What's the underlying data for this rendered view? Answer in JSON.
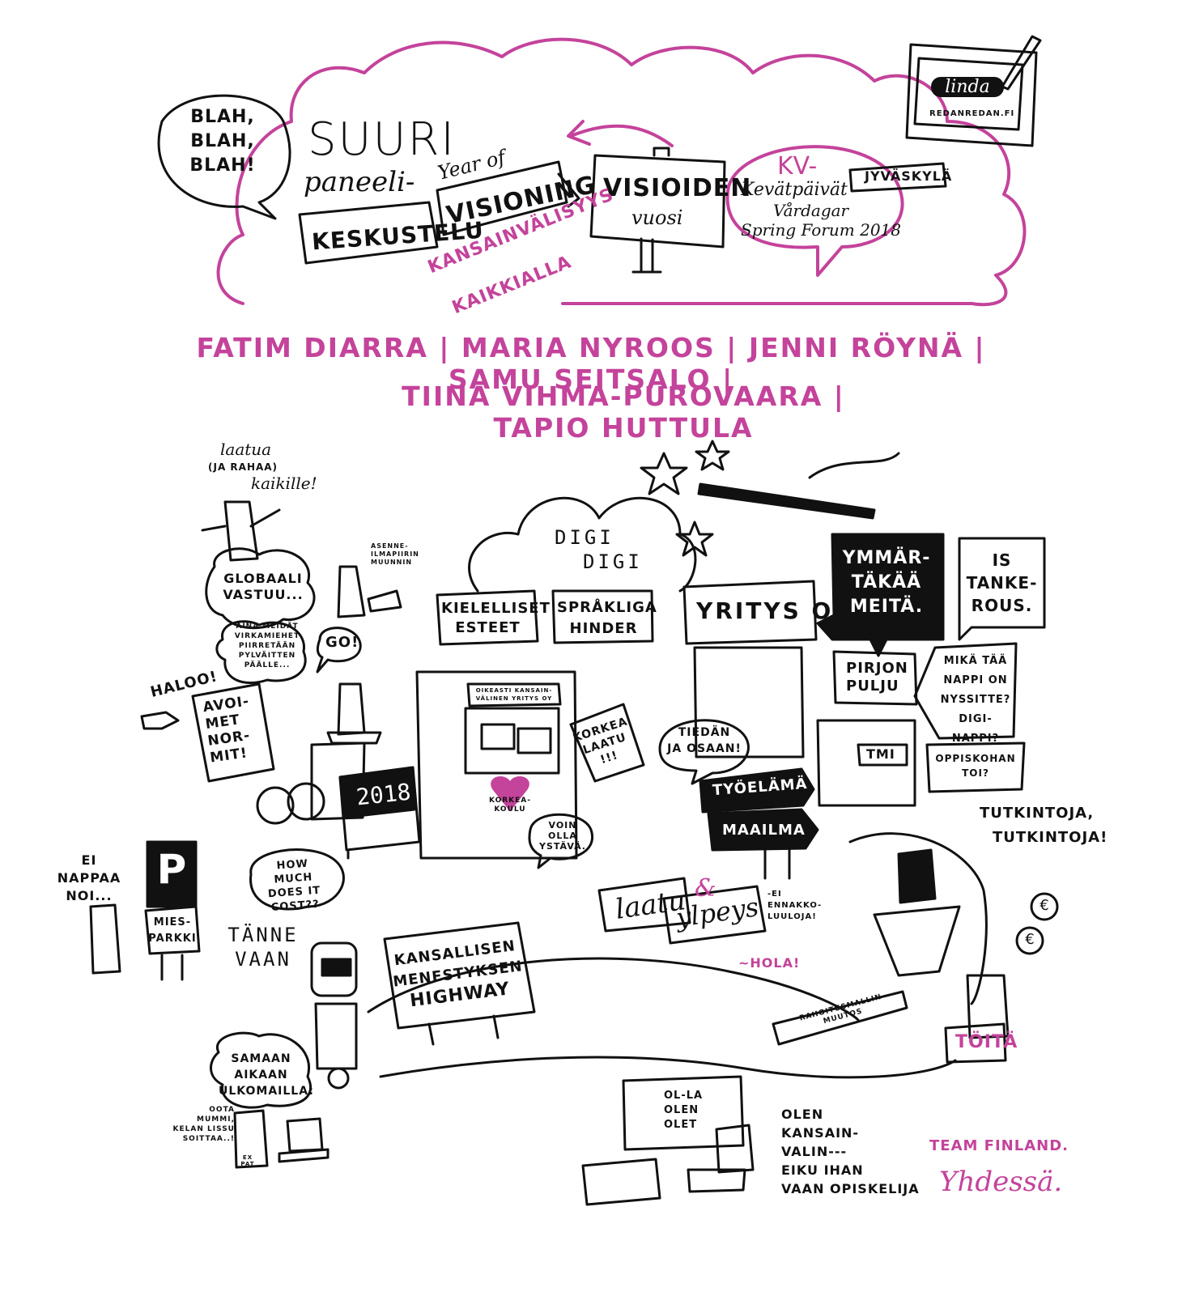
{
  "colors": {
    "ink": "#111111",
    "accent": "#c4439b",
    "paper": "#ffffff"
  },
  "header": {
    "blah": [
      "BLAH,",
      "BLAH,",
      "BLAH!"
    ],
    "suuri": "SUURI",
    "paneeli": "paneeli-",
    "keskustelu": "KESKUSTELU",
    "year_of": "Year of",
    "visioning": "VISIONING",
    "visioiden": "VISIOIDEN",
    "vuosi": "vuosi",
    "kansainvalisyys": "KANSAINVÄLISYYS",
    "kaikkialla": "KAIKKIALLA",
    "kv": "KV-",
    "kevatpaivat": "Kevätpäivät",
    "vardagar": "Vårdagar",
    "spring_forum": "Spring Forum 2018",
    "jyvaskyla": "JYVÄSKYLÄ",
    "signature": "linda",
    "redanredan": "REDANREDAN.FI"
  },
  "speakers": {
    "line1": "FATIM DIARRA | MARIA NYROOS | JENNI RÖYNÄ | SAMU SEITSALO |",
    "line2": "TIINA VIHMA-PUROVAARA | TAPIO HUTTULA"
  },
  "scene": {
    "laatua": "laatua",
    "ja_rahaa": "(JA RAHAA)",
    "kaikille": "kaikille!",
    "globaali": [
      "GLOBAALI",
      "VASTUU..."
    ],
    "asenne": [
      "ASENNE-",
      "ILMAPIIRIN",
      "MUUNNIN"
    ],
    "aina": [
      "AINA MEIDÄT",
      "VIRKAMIEHET",
      "PIIRRETÄÄN",
      "PYLVÄITTEN",
      "PÄÄLLE..."
    ],
    "go": "GO!",
    "haloo": "HALOO!",
    "avoimet": [
      "AVOI-",
      "MET",
      "NOR-",
      "MIT!"
    ],
    "digi1": "DIGI",
    "digi2": "DIGI",
    "kielelliset": [
      "KIELELLISET",
      "ESTEET"
    ],
    "sprakliga": [
      "SPRÅKLIGA",
      "HINDER"
    ],
    "oikeasti": [
      "OIKEASTI KANSAIN-",
      "VÄLINEN YRITYS OY"
    ],
    "korkea_laatu": [
      "KORKEA",
      "LAATU",
      "!!!"
    ],
    "korkeakoulu": [
      "KORKEA-",
      "KOULU"
    ],
    "yritys": "YRITYS OY",
    "ymmarta": [
      "YMMÄR-",
      "TÄKÄÄ",
      "MEITÄ."
    ],
    "is_tankerous": [
      "IS",
      "TANKE-",
      "ROUS."
    ],
    "pirjon": [
      "PIRJON",
      "PULJU"
    ],
    "mika_taa": [
      "MIKÄ TÄÄ",
      "NAPPI ON",
      "NYSSITTE?",
      "DIGI-NAPPI?"
    ],
    "tmi": "TMI",
    "oppiskohan": [
      "OPPISKOHAN",
      "TOI?"
    ],
    "tiedan": [
      "TIEDÄN",
      "JA OSAAN!"
    ],
    "tyoelama": "TYÖELÄMÄ",
    "maailma": "MAAILMA",
    "year2018": "2018",
    "how_much": [
      "HOW MUCH",
      "DOES IT",
      "COST??"
    ],
    "voin": [
      "VOIN",
      "OLLA",
      "YSTÄVÄ."
    ],
    "ei_nappaa": [
      "EI",
      "NAPPAA",
      "NOI..."
    ],
    "parking": "P",
    "miesparkki": [
      "MIES-",
      "PARKKI"
    ],
    "tanne": [
      "TÄNNE",
      "VAAN"
    ],
    "highway": [
      "KANSALLISEN",
      "MENESTYKSEN",
      "HIGHWAY"
    ],
    "laatu": "laatu",
    "et": "&",
    "ylpeys": "ylpeys",
    "ennakko": [
      "-EI",
      "ENNAKKO-",
      "LUULOJA!"
    ],
    "hola": "~HOLA!",
    "tutkintoja": [
      "TUTKINTOJA,",
      "TUTKINTOJA!"
    ],
    "euro": "€",
    "rahoitus": [
      "RAHOITUSMALLIN",
      "MUUTOS"
    ],
    "toita": "TÖITÄ",
    "samaan": [
      "SAMAAN",
      "AIKAAN",
      "ULKOMAILLA:"
    ],
    "oota": [
      "OOTA MUMMI,",
      "KELAN LISSU",
      "SOITTAA..!"
    ],
    "expat": [
      "EX",
      "PAT"
    ],
    "ol_la": [
      "OL-LA",
      "OLEN",
      "OLET"
    ],
    "olen": [
      "OLEN",
      "KANSAIN-",
      "VALIN---",
      "EIKU IHAN",
      "VAAN OPISKELIJA"
    ],
    "team_finland": "TEAM FINLAND.",
    "yhdessa": "Yhdessä."
  }
}
